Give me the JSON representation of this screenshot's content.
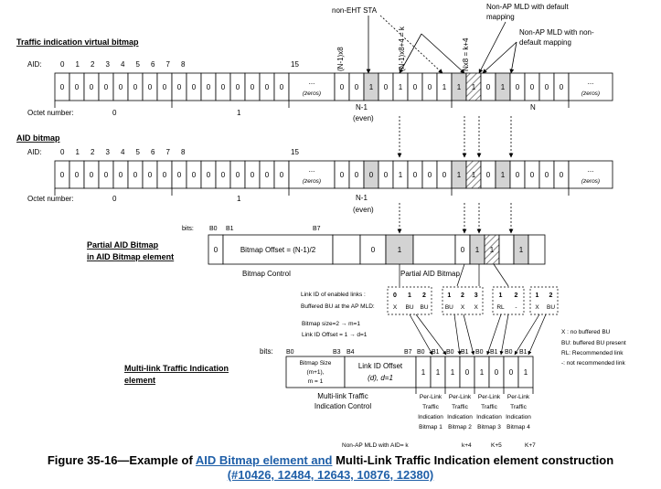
{
  "labels": {
    "tivb_title": "Traffic indication virtual bitmap",
    "aid_bitmap_title": "AID bitmap",
    "aid": "AID:",
    "octet_number": "Octet number:",
    "octet0": "0",
    "octet1": "1",
    "octetN_1": "N-1",
    "even": "(even)",
    "octetN": "N",
    "zeros_dots": "...",
    "zeros": "(zeros)",
    "aid_ticks": [
      "0",
      "1",
      "2",
      "3",
      "4",
      "5",
      "6",
      "7",
      "8"
    ],
    "aid_15": "15",
    "non_eht_sta": "non-EHT STA",
    "non_ap_default_1": "Non-AP MLD with default",
    "non_ap_default_2": "mapping",
    "non_ap_nondefault_1": "Non-AP MLD with non-",
    "non_ap_nondefault_2": "default mapping",
    "rot_n1x8": "(N-1)x8",
    "rot_n1x8_4": "(N-1)x8+4 = k",
    "rot_nx8": "Nx8 = k+4",
    "bits": "bits:",
    "b0": "B0",
    "b1": "B1",
    "b7": "B7",
    "b3": "B3",
    "b4": "B4",
    "partial_aid_title_1": "Partial AID Bitmap",
    "partial_aid_title_2": "in AID Bitmap element",
    "bitmap_offset": "Bitmap Offset = (N-1)/2",
    "bitmap_control": "Bitmap Control",
    "partial_aid_bitmap": "Partial AID Bitmap",
    "link_id_enabled": "Link ID of enabled links :",
    "buffered_bu": "Buffered BU at the AP MLD:",
    "bitmap_size_note": "Bitmap size=2 → m=1",
    "link_id_offset_note": "Link ID Offset = 1 → d=1",
    "legend_x": "X : no buffered BU",
    "legend_bu": "BU: buffered BU present",
    "legend_rl": "RL: Recommended link",
    "legend_dash": "-: not recommended link",
    "mlti_title_1": "Multi-link Traffic Indication",
    "mlti_title_2": "element",
    "bitmap_size_1": "Bitmap Size",
    "bitmap_size_2": "(m+1),",
    "bitmap_size_3": "m = 1",
    "link_id_offset_1": "Link ID Offset",
    "link_id_offset_2": "(d), d=1",
    "mlti_control_1": "Multi-link Traffic",
    "mlti_control_2": "Indication Control",
    "per_link": [
      "Per-Link",
      "Traffic",
      "Indication"
    ],
    "bitmap_names": [
      "Bitmap 1",
      "Bitmap 2",
      "Bitmap 3",
      "Bitmap 4"
    ],
    "non_ap_aid_k": "Non-AP MLD with AID= k",
    "aid_k4": "k+4",
    "aid_k5": "K+5",
    "aid_k7": "K+7"
  },
  "rows": {
    "tivb": [
      "0",
      "0",
      "0",
      "0",
      "0",
      "0",
      "0",
      "0",
      "0",
      "0",
      "0",
      "0",
      "0",
      "0",
      "0",
      "0",
      "0",
      "0",
      "1",
      "0",
      "1",
      "0",
      "0",
      "1",
      "1",
      "1",
      "0",
      "1",
      "0",
      "0",
      "0",
      "0"
    ],
    "aid_bitmap": [
      "0",
      "0",
      "0",
      "0",
      "0",
      "0",
      "0",
      "0",
      "0",
      "0",
      "0",
      "0",
      "0",
      "0",
      "0",
      "0",
      "0",
      "0",
      "0",
      "0",
      "1",
      "0",
      "0",
      "0",
      "1",
      "1",
      "0",
      "1",
      "0",
      "0",
      "0",
      "0"
    ]
  },
  "partial": {
    "cells": [
      "0",
      "1",
      "0",
      "1",
      "1",
      "1"
    ]
  },
  "groups": [
    {
      "ids": [
        "0",
        "1",
        "2"
      ],
      "bus": [
        "X",
        "BU",
        "BU"
      ]
    },
    {
      "ids": [
        "1",
        "2",
        "3"
      ],
      "bus": [
        "BU",
        "X",
        "X"
      ]
    },
    {
      "ids": [
        "1",
        "2"
      ],
      "bus": [
        "RL",
        "-"
      ]
    },
    {
      "ids": [
        "1",
        "2"
      ],
      "bus": [
        "X",
        "BU"
      ]
    }
  ],
  "mlti": {
    "bits": [
      "1",
      "1",
      "1",
      "0",
      "1",
      "0",
      "0",
      "1"
    ]
  },
  "caption": {
    "prefix": "Figure 35-16—Example of ",
    "link1": "AID Bitmap element and",
    "mid": " Multi-Link Traffic Indication element construction",
    "link2": "(#10426, 12484, 12643, 10876, 12380)"
  },
  "colors": {
    "red": "#c00000",
    "shade": "#d3d3d3",
    "link": "#1f5fa8"
  }
}
